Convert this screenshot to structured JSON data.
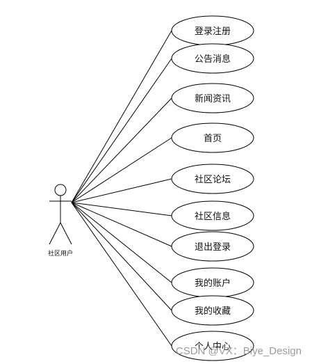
{
  "actor": {
    "label": "社区用户"
  },
  "use_cases": [
    {
      "label": "登录注册"
    },
    {
      "label": "公告消息"
    },
    {
      "label": "新闻资讯"
    },
    {
      "label": "首页"
    },
    {
      "label": "社区论坛"
    },
    {
      "label": "社区信息"
    },
    {
      "label": "退出登录"
    },
    {
      "label": "我的账户"
    },
    {
      "label": "我的收藏"
    },
    {
      "label": "个人中心"
    }
  ],
  "watermark": {
    "text": "CSDN @VX：Biye_Design"
  },
  "colors": {
    "stroke": "#000000",
    "background": "#ffffff",
    "watermark": "#8e8e8e"
  }
}
